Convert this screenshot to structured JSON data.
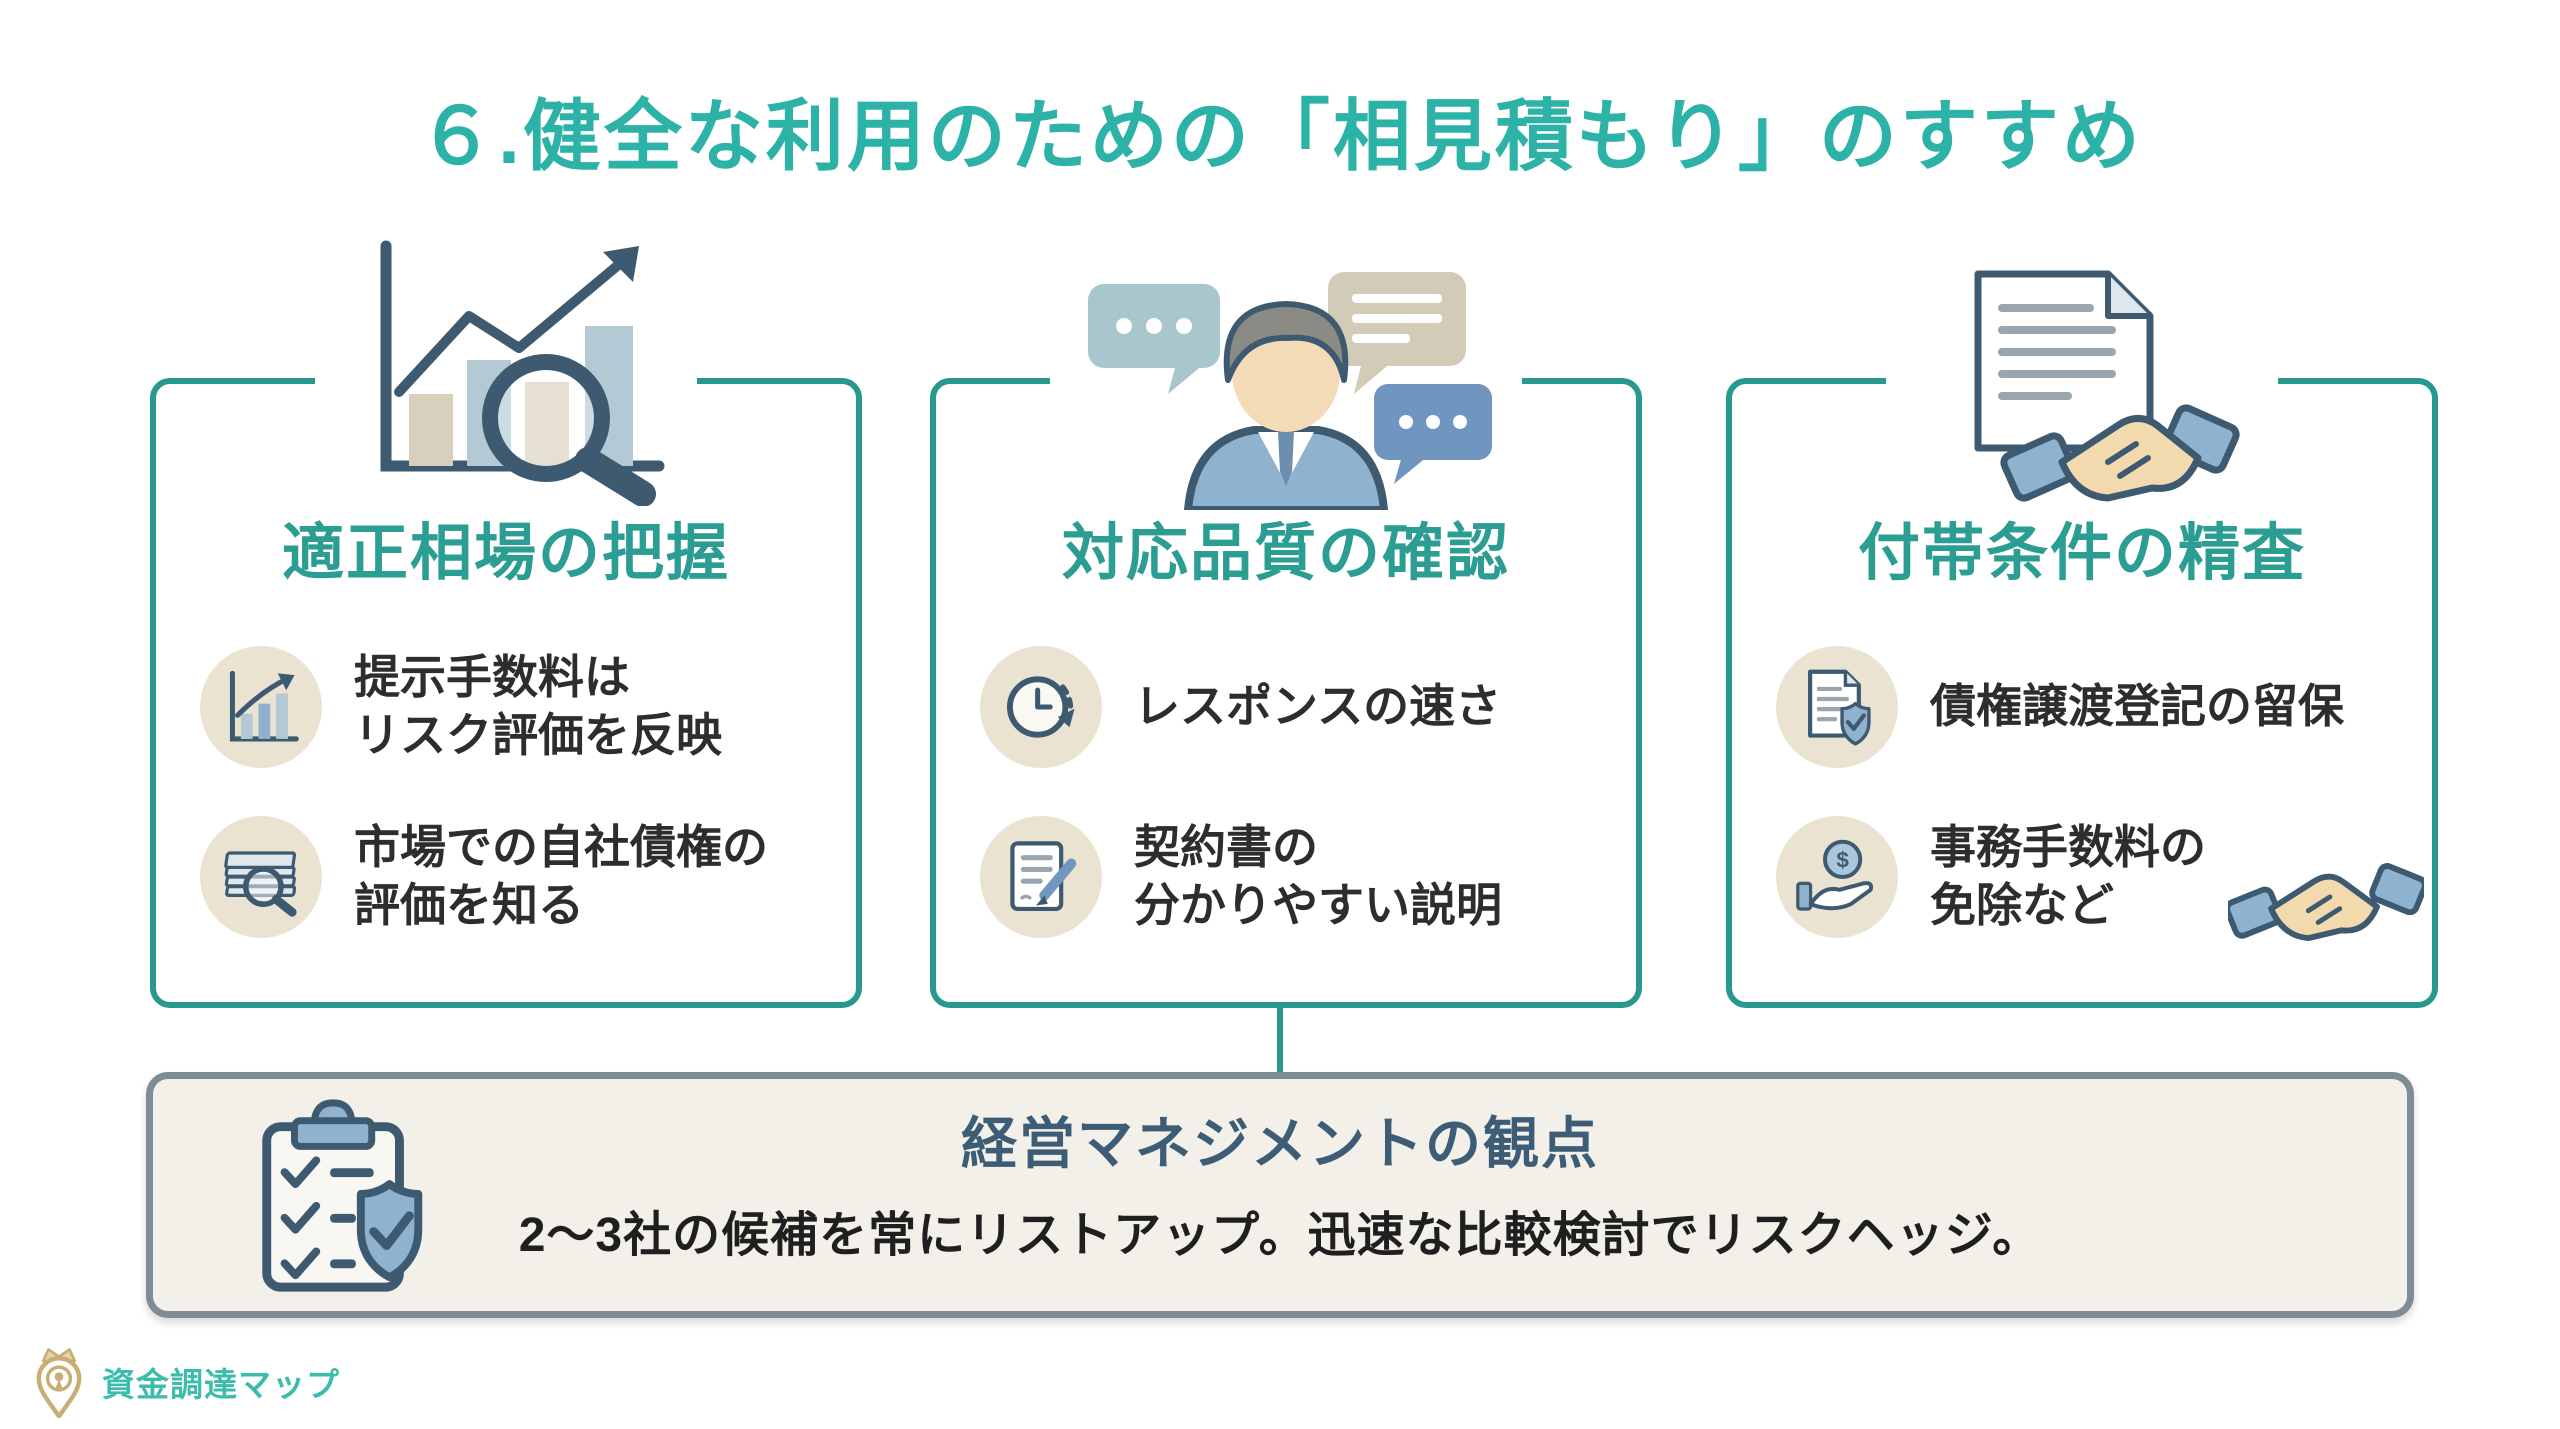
{
  "title": {
    "text": "６.健全な利用のための「相見積もり」のすすめ"
  },
  "cards": [
    {
      "id": "fair-market-grasp",
      "title": "適正相場の把握",
      "top_icon": "chart-magnifier-icon",
      "items": [
        {
          "icon": "growth-chart-icon",
          "lines": [
            "提示手数料は",
            "リスク評価を反映"
          ]
        },
        {
          "icon": "money-search-icon",
          "lines": [
            "市場での自社債権の",
            "評価を知る"
          ]
        }
      ]
    },
    {
      "id": "response-quality-check",
      "title": "対応品質の確認",
      "top_icon": "consultant-chat-icon",
      "items": [
        {
          "icon": "clock-icon",
          "lines": [
            "レスポンスの速さ"
          ]
        },
        {
          "icon": "contract-pen-icon",
          "lines": [
            "契約書の",
            "分かりやすい説明"
          ]
        }
      ]
    },
    {
      "id": "conditions-scrutiny",
      "title": "付帯条件の精査",
      "top_icon": "document-handshake-icon",
      "items": [
        {
          "icon": "doc-shield-icon",
          "lines": [
            "債権譲渡登記の留保"
          ]
        },
        {
          "icon": "hand-coin-icon",
          "lines": [
            "事務手数料の",
            "免除など"
          ],
          "trailing_icon": "handshake-icon"
        }
      ]
    }
  ],
  "bottom_box": {
    "icon": "clipboard-shield-icon",
    "title": "経営マネジメントの観点",
    "body": "2〜3社の候補を常にリストアップ。迅速な比較検討でリスクヘッジ。"
  },
  "footer_logo": {
    "icon": "crown-map-pin-icon",
    "text": "資金調達マップ"
  },
  "colors": {
    "accent_teal": "#2cb2a7",
    "card_border": "#27988e",
    "card_title": "#2b9d93",
    "item_text": "#2d2d2d",
    "circle_bg": "#ebe3d1",
    "icon_slate": "#3e5a70",
    "icon_blue": "#8fb3cf",
    "box_bg": "#f2f0e9",
    "box_border": "#7e8c96",
    "box_title": "#3d5c75",
    "logo_gold": "#c9ae74",
    "logo_teal": "#3cbcab"
  }
}
